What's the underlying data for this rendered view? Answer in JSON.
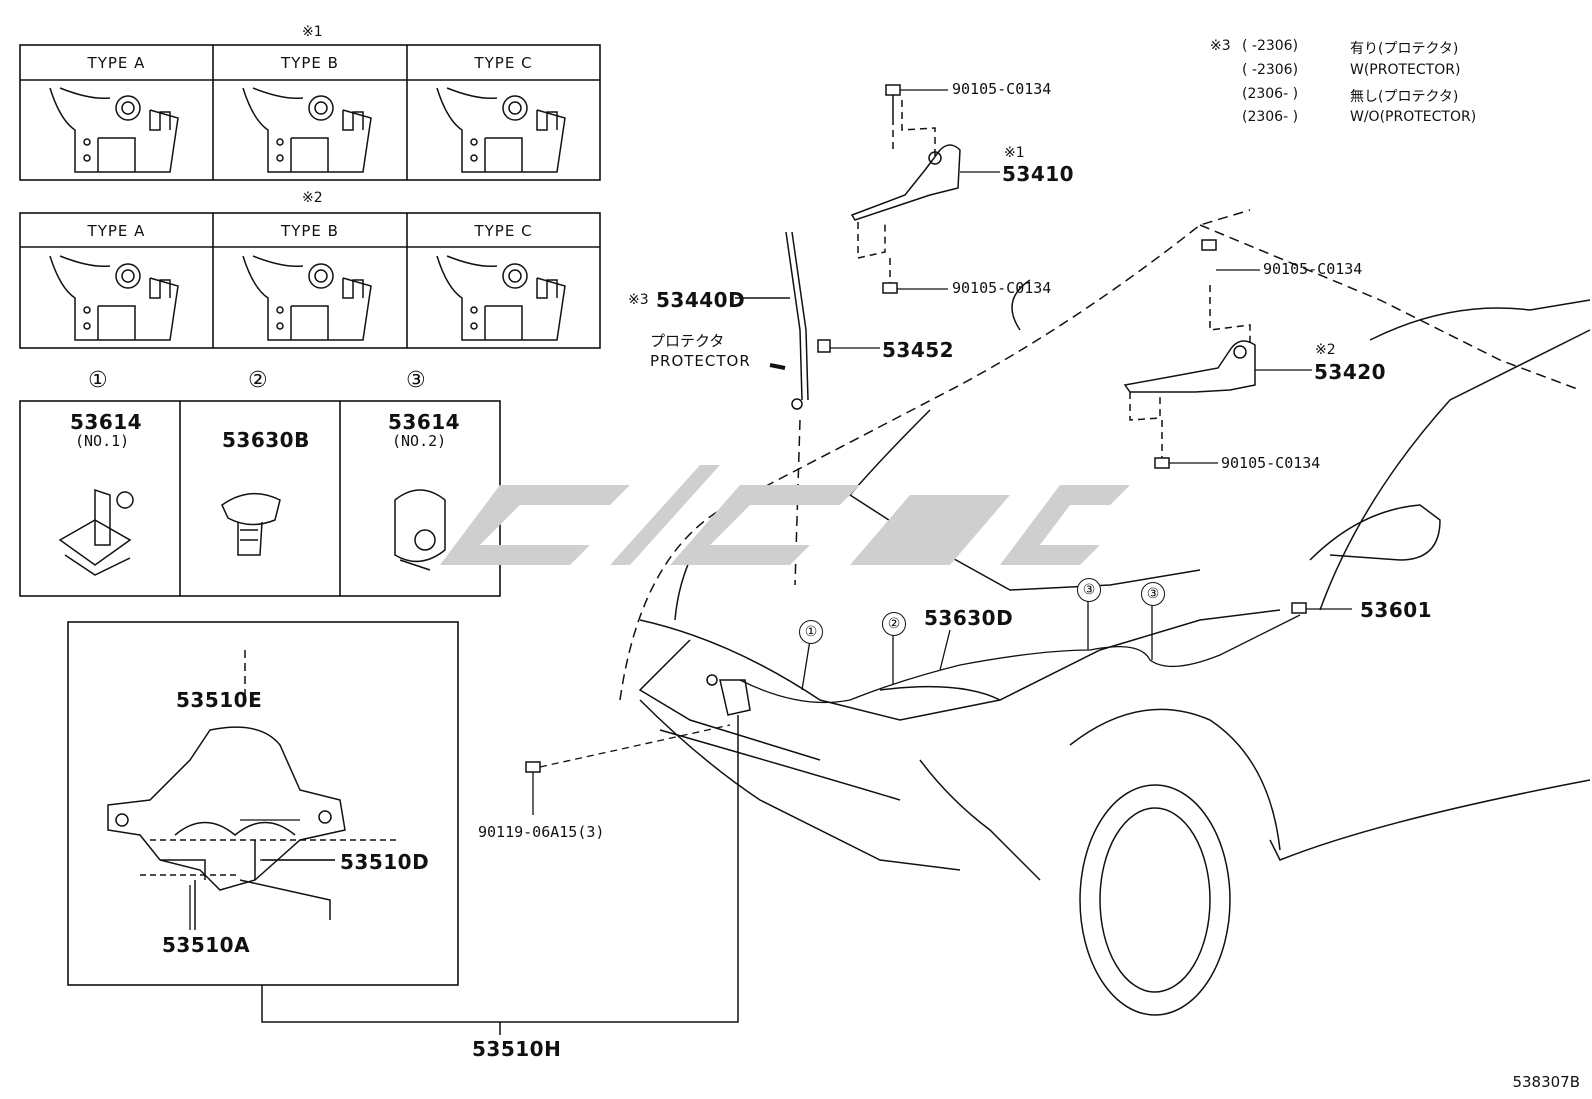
{
  "variant_tables": [
    {
      "marker": "※1",
      "types": [
        "TYPE A",
        "TYPE B",
        "TYPE C"
      ]
    },
    {
      "marker": "※2",
      "types": [
        "TYPE A",
        "TYPE B",
        "TYPE C"
      ]
    }
  ],
  "clip_table": [
    {
      "index": "①",
      "part": "53614",
      "sub": "(NO.1)"
    },
    {
      "index": "②",
      "part": "53630B",
      "sub": ""
    },
    {
      "index": "③",
      "part": "53614",
      "sub": "(NO.2)"
    }
  ],
  "notes": {
    "marker": "※3",
    "lines": [
      {
        "range": "(       -2306)",
        "text": "有り(プロテクタ)"
      },
      {
        "range": "(       -2306)",
        "text": "W(PROTECTOR)"
      },
      {
        "range": "(2306-       )",
        "text": "無し(プロテクタ)"
      },
      {
        "range": "(2306-       )",
        "text": "W/O(PROTECTOR)"
      }
    ]
  },
  "labels": {
    "bolt_top": "90105-C0134",
    "hinge_left_marker": "※1",
    "hinge_left": "53410",
    "bolt_hinge_left_low": "90105-C0134",
    "support_rod_marker": "※3",
    "support_rod": "53440D",
    "protector_jp": "プロテクタ",
    "protector_en": "PROTECTOR",
    "rod_holder": "53452",
    "bolt_right_top": "90105-C0134",
    "hinge_right_marker": "※2",
    "hinge_right": "53420",
    "bolt_right_low": "90105-C0134",
    "cable_clip": "53630D",
    "seal": "53601",
    "lock_bolt": "90119-06A15(3)",
    "latch_cover": "53510E",
    "latch_spring": "53510D",
    "latch_sub": "53510A",
    "latch_assy": "53510H",
    "ref_1": "①",
    "ref_2": "②",
    "ref_3a": "③",
    "ref_3b": "③"
  },
  "diagram_code": "538307B"
}
